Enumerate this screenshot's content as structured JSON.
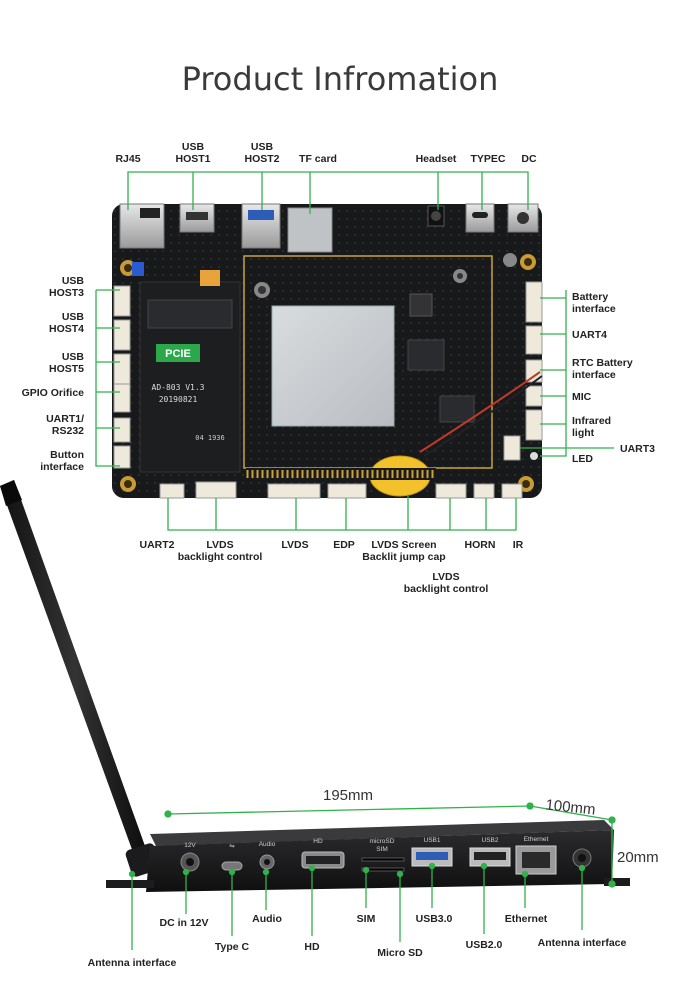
{
  "title": "Product Infromation",
  "board": {
    "top_labels": {
      "rj45": "RJ45",
      "usb_host1_a": "USB",
      "usb_host1_b": "HOST1",
      "usb_host2_a": "USB",
      "usb_host2_b": "HOST2",
      "tf_card": "TF card",
      "headset": "Headset",
      "typec": "TYPEC",
      "dc": "DC"
    },
    "left_labels": {
      "usb_host3_a": "USB",
      "usb_host3_b": "HOST3",
      "usb_host4_a": "USB",
      "usb_host4_b": "HOST4",
      "usb_host5_a": "USB",
      "usb_host5_b": "HOST5",
      "gpio": "GPIO Orifice",
      "uart1_a": "UART1/",
      "uart1_b": "RS232",
      "button_a": "Button",
      "button_b": "interface"
    },
    "right_labels": {
      "battery_a": "Battery",
      "battery_b": "interface",
      "uart4": "UART4",
      "rtc_a": "RTC Battery",
      "rtc_b": "interface",
      "mic": "MIC",
      "infrared_a": "Infrared",
      "infrared_b": "light",
      "uart3": "UART3",
      "led": "LED"
    },
    "bottom_labels": {
      "uart2": "UART2",
      "lvds_bl_a": "LVDS",
      "lvds_bl_b": "backlight control",
      "lvds": "LVDS",
      "edp": "EDP",
      "lvds_screen_a": "LVDS Screen",
      "lvds_screen_b": "Backlit jump cap",
      "horn": "HORN",
      "ir": "IR",
      "lvds_bl2_a": "LVDS",
      "lvds_bl2_b": "backlight control"
    },
    "silkscreen": {
      "pcie": "PCIE",
      "model": "AD-803 V1.3",
      "date": "20190821",
      "code": "04 1936"
    }
  },
  "box": {
    "dimensions": {
      "width": "195mm",
      "depth": "100mm",
      "height": "20mm"
    },
    "panel_text": {
      "v12": "12V",
      "usb_symbol": "⇋",
      "audio": "Audio",
      "hd": "HD",
      "microsd_a": "microSD",
      "microsd_b": "SIM",
      "usb1": "USB1",
      "usb2": "USB2",
      "ethernet": "Ethernet"
    },
    "callouts": {
      "dc_in": "DC in 12V",
      "type_c": "Type C",
      "audio": "Audio",
      "hd": "HD",
      "sim": "SIM",
      "micro_sd": "Micro SD",
      "usb30": "USB3.0",
      "usb20": "USB2.0",
      "ethernet": "Ethernet",
      "antenna_left": "Antenna interface",
      "antenna_right": "Antenna interface"
    }
  },
  "colors": {
    "accent_green": "#2fb24a",
    "pcb": "#17181a",
    "pcie_badge": "#2aa84a",
    "title": "#3a3a3a",
    "battery": "#f3c12a"
  }
}
